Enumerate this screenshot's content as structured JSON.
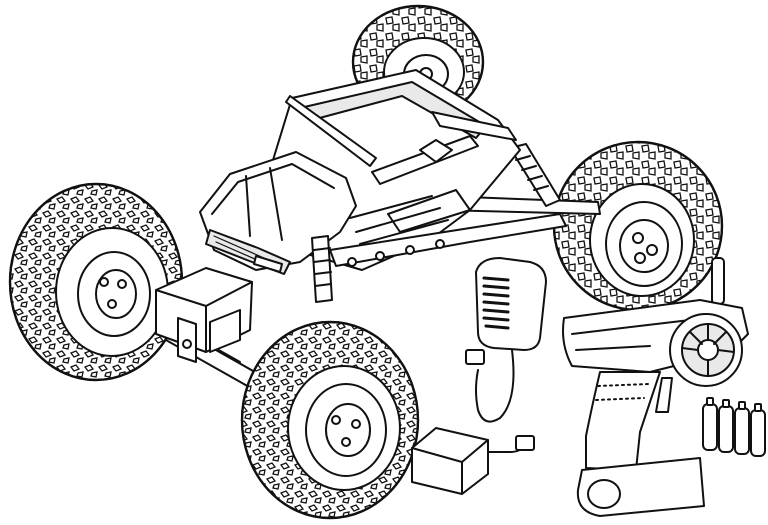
{
  "illustration": {
    "style": "black line art on white",
    "colors": {
      "line": "#111111",
      "fill": "#ffffff",
      "accent_fill": "#e9e9e9"
    },
    "items": [
      {
        "name": "rc-rock-crawler-truck",
        "icon": "truck-icon"
      },
      {
        "name": "wall-charger",
        "icon": "charger-icon"
      },
      {
        "name": "battery-pack",
        "icon": "battery-icon"
      },
      {
        "name": "pistol-grip-transmitter",
        "icon": "remote-control-icon"
      },
      {
        "name": "aa-batteries",
        "icon": "aa-battery-icon",
        "count": 4
      }
    ]
  }
}
